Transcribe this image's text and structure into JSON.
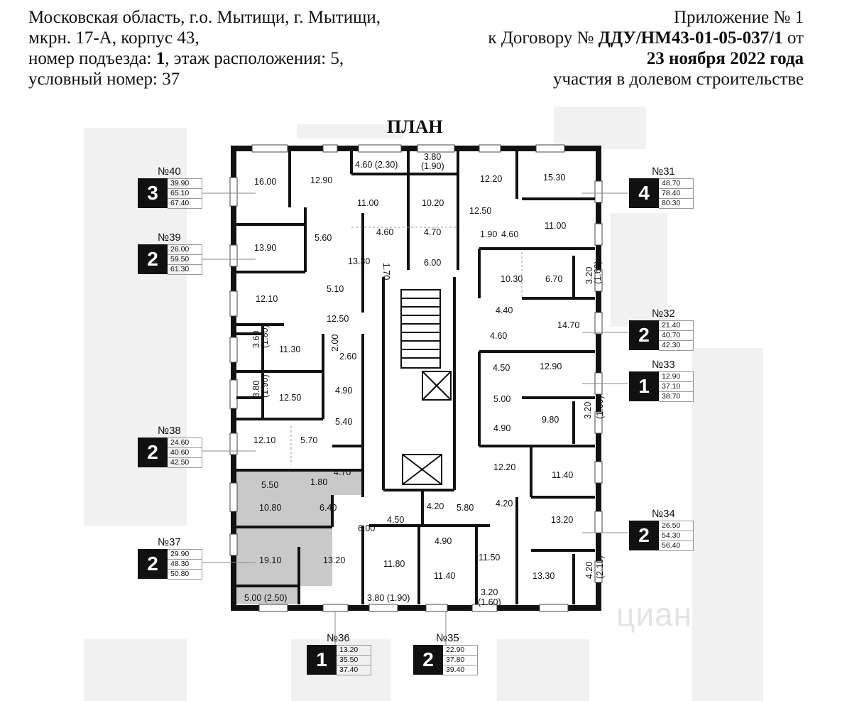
{
  "header": {
    "left_lines": [
      "Московская область, г.о. Мытищи, г. Мытищи,",
      "мкрн. 17-А, корпус 43,"
    ],
    "entrance_label": "номер подъезда: ",
    "entrance_value": "1",
    "floor_label": ", этаж расположения: 5,",
    "conditional_number": "условный номер: 37",
    "appendix": "Приложение № 1",
    "contract_prefix": "к Договору № ",
    "contract_number": "ДДУ/НМ43-01-05-037/1",
    "contract_suffix": " от",
    "contract_date": "23 ноября 2022 года",
    "contract_subject": "участия в долевом строительстве"
  },
  "plan_title": "ПЛАН",
  "watermark": "циан",
  "colors": {
    "wall": "#111111",
    "highlight": "#c9c9c9",
    "watermark": "#f1f1f1",
    "line": "#8a8a8a"
  },
  "apartments": [
    {
      "id": "40",
      "label": "№40",
      "rooms": "3",
      "areas": [
        "39.90",
        "65.10",
        "67.40"
      ]
    },
    {
      "id": "39",
      "label": "№39",
      "rooms": "2",
      "areas": [
        "26.00",
        "59.50",
        "61.30"
      ]
    },
    {
      "id": "38",
      "label": "№38",
      "rooms": "2",
      "areas": [
        "24.60",
        "40.60",
        "42.50"
      ]
    },
    {
      "id": "37",
      "label": "№37",
      "rooms": "2",
      "areas": [
        "29.90",
        "48.30",
        "50.80"
      ]
    },
    {
      "id": "36",
      "label": "№36",
      "rooms": "1",
      "areas": [
        "13.20",
        "35.50",
        "37.40"
      ]
    },
    {
      "id": "35",
      "label": "№35",
      "rooms": "2",
      "areas": [
        "22.90",
        "37.80",
        "39.40"
      ]
    },
    {
      "id": "31",
      "label": "№31",
      "rooms": "4",
      "areas": [
        "48.70",
        "78.40",
        "80.30"
      ]
    },
    {
      "id": "32",
      "label": "№32",
      "rooms": "2",
      "areas": [
        "21.40",
        "40.70",
        "42.30"
      ]
    },
    {
      "id": "33",
      "label": "№33",
      "rooms": "1",
      "areas": [
        "12.90",
        "37.10",
        "38.70"
      ]
    },
    {
      "id": "34",
      "label": "№34",
      "rooms": "2",
      "areas": [
        "26.50",
        "54.30",
        "56.40"
      ]
    }
  ],
  "room_labels": [
    "16.00",
    "12.90",
    "4.60 (2.30)",
    "3.80",
    "(1.90)",
    "12.20",
    "15.30",
    "11.00",
    "10.20",
    "12.50",
    "11.00",
    "13.90",
    "5.60",
    "13.30",
    "4.60",
    "4.70",
    "1.90",
    "4.60",
    "1.70",
    "6.00",
    "10.30",
    "6.70",
    "3.20",
    "(1.60)",
    "5.10",
    "12.10",
    "12.50",
    "4.40",
    "14.70",
    "4.60",
    "3.60",
    "(1.80)",
    "11.30",
    "2.00",
    "2.60",
    "4.50",
    "12.90",
    "3.80",
    "(1.90)",
    "12.50",
    "4.90",
    "5.00",
    "9.80",
    "3.20",
    "(1.60)",
    "5.40",
    "4.90",
    "12.10",
    "5.70",
    "4.70",
    "12.20",
    "11.40",
    "5.50",
    "1.80",
    "10.80",
    "6.40",
    "4.20",
    "5.80",
    "4.20",
    "13.20",
    "6.00",
    "4.50",
    "4.90",
    "19.10",
    "13.20",
    "11.80",
    "11.40",
    "11.50",
    "13.30",
    "4.20",
    "(2.10)",
    "5.00 (2.50)",
    "3.80 (1.90)",
    "3.20",
    "(1.60)"
  ]
}
